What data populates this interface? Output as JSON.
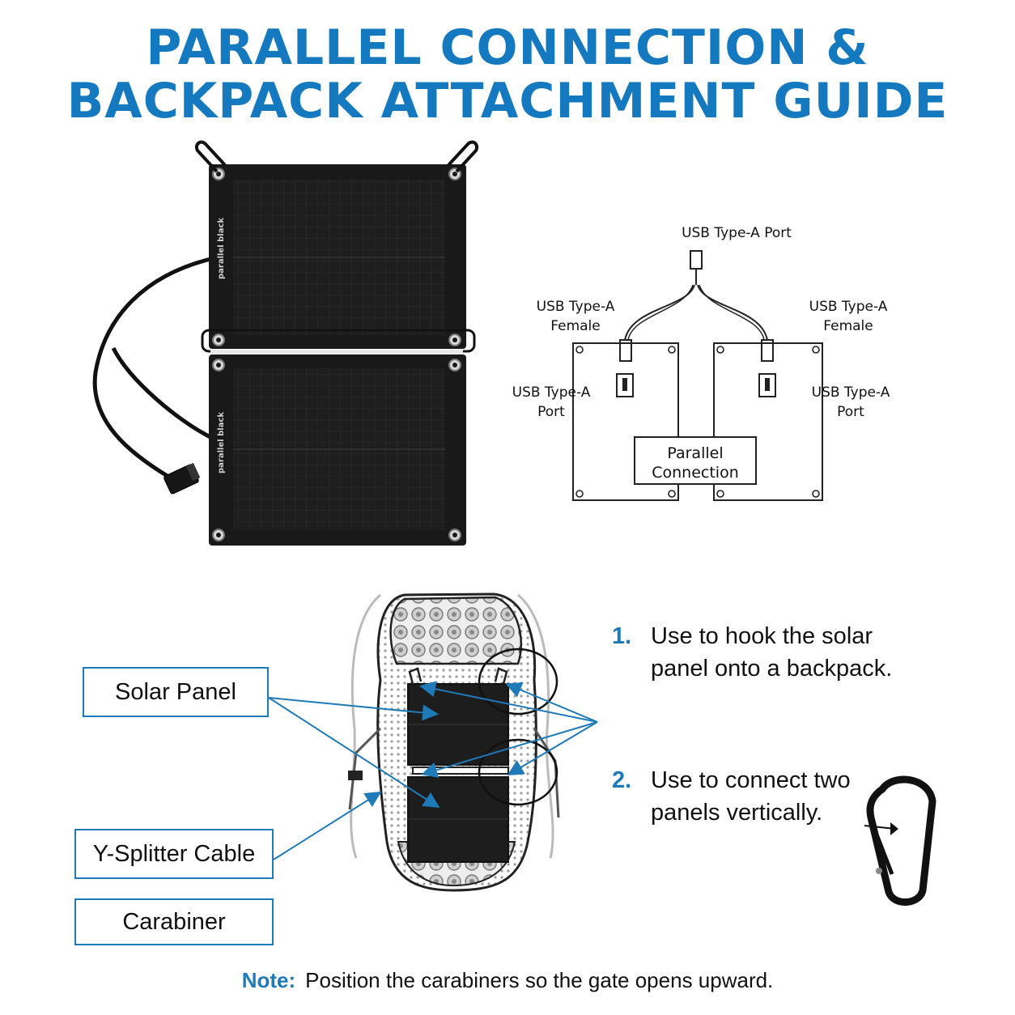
{
  "title": {
    "line1": "PARALLEL CONNECTION &",
    "line2": "BACKPACK ATTACHMENT GUIDE"
  },
  "colors": {
    "accent": "#1479bf",
    "callout_border": "#1f7ab8",
    "panel": "#1c1c1c"
  },
  "panel_photo": {
    "brand_top": "parallel black",
    "brand_bottom": "parallel black"
  },
  "wiring": {
    "top_port": "USB Type-A Port",
    "left_female": [
      "USB Type-A",
      "Female"
    ],
    "right_female": [
      "USB Type-A",
      "Female"
    ],
    "left_port": [
      "USB Type-A",
      "Port"
    ],
    "right_port": [
      "USB Type-A",
      "Port"
    ],
    "center_box": [
      "Parallel",
      "Connection"
    ]
  },
  "callouts": {
    "solar_panel": "Solar Panel",
    "y_splitter": "Y-Splitter Cable",
    "carabiner": "Carabiner"
  },
  "steps": [
    {
      "number": "1.",
      "text": "Use to hook the solar panel onto a backpack."
    },
    {
      "number": "2.",
      "text": "Use to connect two panels vertically."
    }
  ],
  "note": {
    "label": "Note:",
    "text": "Position the carabiners so the gate opens upward."
  },
  "icons": [
    "carabiner-icon",
    "backpack-illustration",
    "solar-panel-illustration",
    "usb-connector-icon"
  ]
}
